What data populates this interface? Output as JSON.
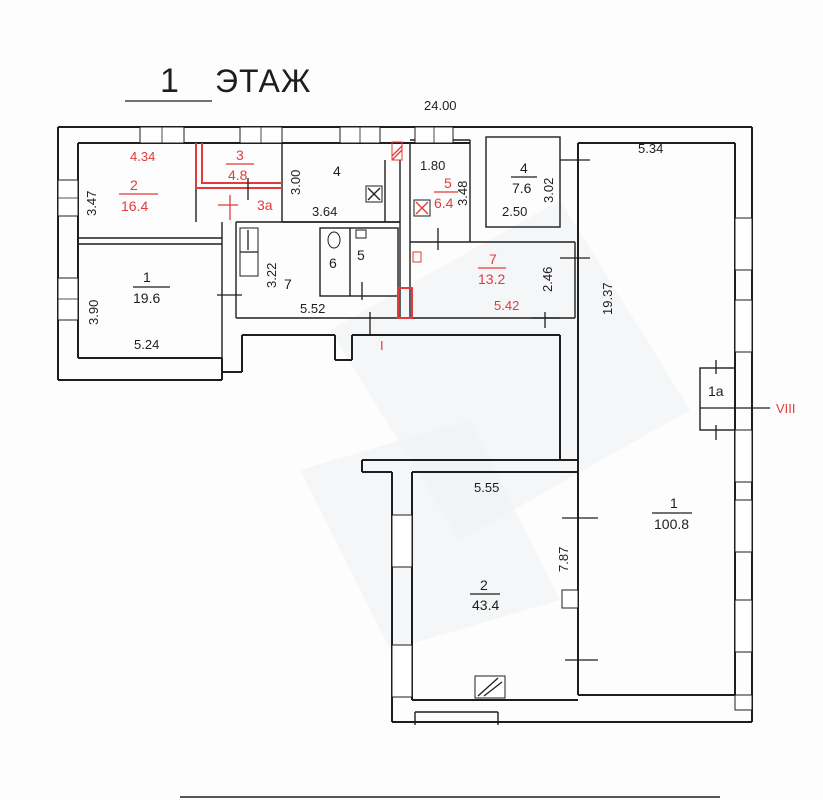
{
  "title": {
    "floor_number": "1",
    "floor_word": "ЭТАЖ"
  },
  "overall_width": "24.00",
  "rooms": {
    "r1_left": {
      "number": "1",
      "area": "19.6"
    },
    "r2_left": {
      "number": "2",
      "area": "16.4"
    },
    "r3": {
      "number": "3",
      "area": "4.8"
    },
    "r3a": {
      "number": "3а"
    },
    "r4": {
      "number": "4"
    },
    "r4_small": {
      "number": "4",
      "area": "7.6"
    },
    "r5": {
      "number": "5",
      "area": "6.4"
    },
    "r5_wc": {
      "number": "5"
    },
    "r6": {
      "number": "6"
    },
    "r7_corr": {
      "number": "7"
    },
    "r7": {
      "number": "7",
      "area": "13.2"
    },
    "r1_big": {
      "number": "1",
      "area": "100.8"
    },
    "r1a": {
      "number": "1а"
    },
    "r2_bottom": {
      "number": "2",
      "area": "43.4"
    }
  },
  "dimensions": {
    "d_4_34": "4.34",
    "d_3_47": "3.47",
    "d_3_00": "3.00",
    "d_3_64": "3.64",
    "d_1_80": "1.80",
    "d_3_48": "3.48",
    "d_2_50": "2.50",
    "d_3_02": "3.02",
    "d_5_34": "5.34",
    "d_3_90": "3.90",
    "d_5_24": "5.24",
    "d_3_22": "3.22",
    "d_5_52": "5.52",
    "d_2_46": "2.46",
    "d_5_42": "5.42",
    "d_19_37": "19.37",
    "d_5_55": "5.55",
    "d_7_87": "7.87"
  },
  "entrances": {
    "entrance_i": "I",
    "entrance_viii": "VIII"
  },
  "colors": {
    "line": "#1e1e1e",
    "highlight": "#e23b3b"
  }
}
